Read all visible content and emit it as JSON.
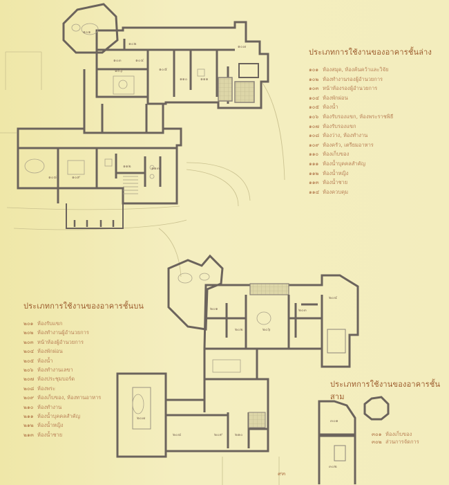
{
  "ground_floor": {
    "title": "ประเภทการใช้งานของอาคารชั้นล่าง",
    "items": [
      {
        "num": "๑๐๑",
        "label": "ห้องสมุด, ห้องค้นคว้าและวิจัย"
      },
      {
        "num": "๑๐๒",
        "label": "ห้องทำงานรองผู้อำนวยการ"
      },
      {
        "num": "๑๐๓",
        "label": "หน้าห้องรองผู้อำนวยการ"
      },
      {
        "num": "๑๐๔",
        "label": "ห้องพักผ่อน"
      },
      {
        "num": "๑๐๕",
        "label": "ห้องน้ำ"
      },
      {
        "num": "๑๐๖",
        "label": "ห้องรับรองแขก, ห้องพระราชพิธี"
      },
      {
        "num": "๑๐๗",
        "label": "ห้องรับรองแขก"
      },
      {
        "num": "๑๐๘",
        "label": "ห้องว่าง, ห้องทำงาน"
      },
      {
        "num": "๑๐๙",
        "label": "ห้องครัว, เตรียมอาหาร"
      },
      {
        "num": "๑๑๐",
        "label": "ห้องเก็บของ"
      },
      {
        "num": "๑๑๑",
        "label": "ห้องน้ำบุคคลสำคัญ"
      },
      {
        "num": "๑๑๒",
        "label": "ห้องน้ำหญิง"
      },
      {
        "num": "๑๑๓",
        "label": "ห้องน้ำชาย"
      },
      {
        "num": "๑๑๔",
        "label": "ห้องควบคุม"
      }
    ]
  },
  "upper_floor": {
    "title": "ประเภทการใช้งานของอาคารชั้นบน",
    "items": [
      {
        "num": "๒๐๑",
        "label": "ห้องรับแขก"
      },
      {
        "num": "๒๐๒",
        "label": "ห้องทำงานผู้อำนวยการ"
      },
      {
        "num": "๒๐๓",
        "label": "หน้าห้องผู้อำนวยการ"
      },
      {
        "num": "๒๐๔",
        "label": "ห้องพักผ่อน"
      },
      {
        "num": "๒๐๕",
        "label": "ห้องน้ำ"
      },
      {
        "num": "๒๐๖",
        "label": "ห้องทำงานเลขา"
      },
      {
        "num": "๒๐๗",
        "label": "ห้องประชุมบอร์ด"
      },
      {
        "num": "๒๐๘",
        "label": "ห้องพระ"
      },
      {
        "num": "๒๐๙",
        "label": "ห้องเก็บของ, ห้องทานอาหาร"
      },
      {
        "num": "๒๑๐",
        "label": "ห้องทำงาน"
      },
      {
        "num": "๒๑๑",
        "label": "ห้องน้ำบุคคลสำคัญ"
      },
      {
        "num": "๒๑๒",
        "label": "ห้องน้ำหญิง"
      },
      {
        "num": "๒๑๓",
        "label": "ห้องน้ำชาย"
      }
    ]
  },
  "third_floor": {
    "title": "ประเภทการใช้งานของอาคารชั้นสาม",
    "items": [
      {
        "num": "๓๐๑",
        "label": "ห้องเก็บของ"
      },
      {
        "num": "๓๐๒",
        "label": "ส่วนการจัดการ"
      }
    ]
  },
  "room_tags": {
    "g101": "๑๐๑",
    "g102": "๑๐๒",
    "g103": "๑๐๓",
    "g104": "๑๐๔",
    "g105": "๑๐๕",
    "g106": "๑๐๖",
    "g107": "๑๐๗",
    "g108": "๑๐๘",
    "g109": "๑๐๙",
    "g110": "๑๑๐",
    "g111": "๑๑๑",
    "g112": "๑๑๒",
    "g113": "๑๑๓",
    "u201": "๒๐๑",
    "u202": "๒๐๒",
    "u203": "๒๐๓",
    "u204": "๒๐๔",
    "u206": "๒๐๖",
    "u207": "๒๐๗",
    "u208": "๒๐๘",
    "u209": "๒๐๙",
    "u210": "๒๑๐",
    "t301": "๓๐๑",
    "t302": "๓๐๒"
  },
  "page_number": "๙๓",
  "colors": {
    "paper": "#f2ecb6",
    "wall": "#6e665e",
    "text": "#b1713c"
  }
}
